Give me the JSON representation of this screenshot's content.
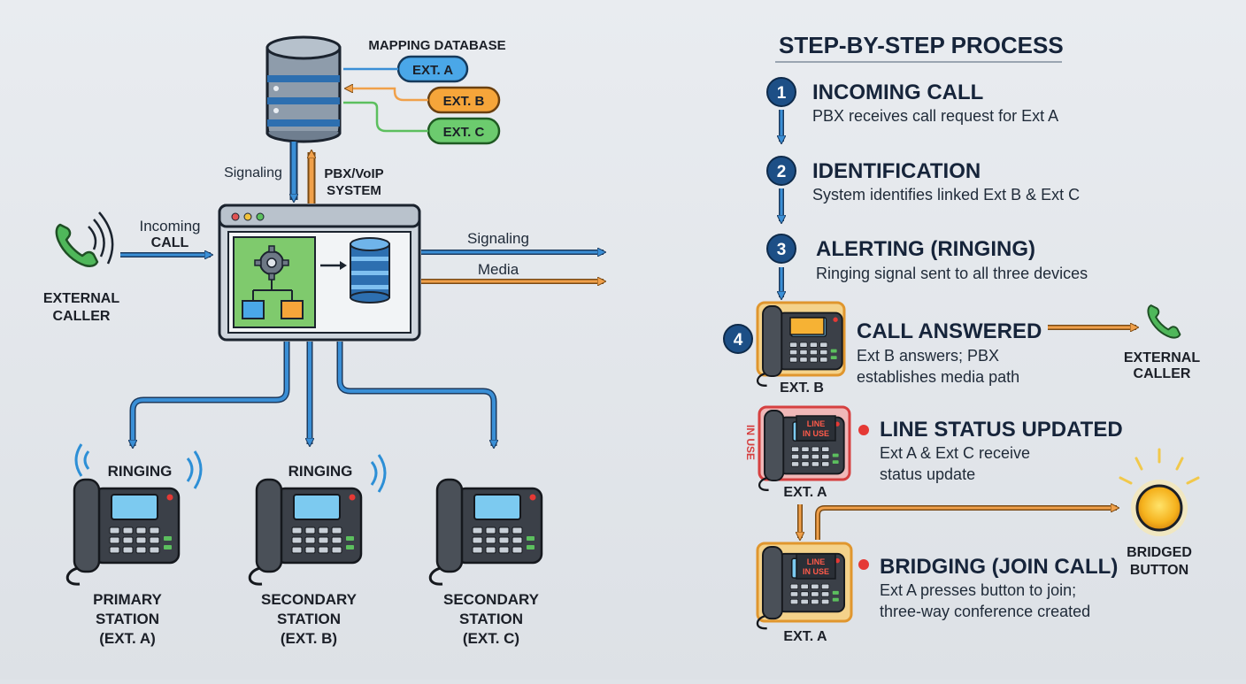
{
  "left": {
    "mapping_database": "MAPPING DATABASE",
    "ext_chips": [
      "EXT. A",
      "EXT. B",
      "EXT. C"
    ],
    "signaling_up": "Signaling",
    "pbx_label_1": "PBX/VoIP",
    "pbx_label_2": "SYSTEM",
    "incoming_1": "Incoming",
    "incoming_2": "CALL",
    "external_caller_1": "EXTERNAL",
    "external_caller_2": "CALLER",
    "signaling_out": "Signaling",
    "media_out": "Media",
    "ringing": "RINGING",
    "stations": [
      {
        "line1": "PRIMARY",
        "line2": "STATION",
        "line3": "(EXT. A)",
        "ringing": true
      },
      {
        "line1": "SECONDARY",
        "line2": "STATION",
        "line3": "(EXT. B)",
        "ringing": true
      },
      {
        "line1": "SECONDARY",
        "line2": "STATION",
        "line3": "(EXT. C)",
        "ringing": false
      }
    ]
  },
  "right": {
    "title": "STEP-BY-STEP PROCESS",
    "steps": [
      {
        "num": "1",
        "title": "INCOMING CALL",
        "desc": [
          "PBX receives call request for Ext A"
        ]
      },
      {
        "num": "2",
        "title": "IDENTIFICATION",
        "desc": [
          "System identifies linked Ext B & Ext C"
        ]
      },
      {
        "num": "3",
        "title": "ALERTING (RINGING)",
        "desc": [
          "Ringing signal sent to all three devices"
        ]
      },
      {
        "num": "4",
        "title": "CALL ANSWERED",
        "desc": [
          "Ext B answers; PBX",
          "establishes media path"
        ],
        "phone_label": "EXT. B"
      },
      {
        "title": "LINE STATUS UPDATED",
        "desc": [
          "Ext A & Ext C receive",
          "status update"
        ],
        "phone_label": "EXT. A",
        "side_label": "IN USE",
        "screen": [
          "LINE",
          "IN USE"
        ]
      },
      {
        "title": "BRIDGING (JOIN CALL)",
        "desc": [
          "Ext A presses button to join;",
          "three-way conference created"
        ],
        "phone_label": "EXT. A",
        "screen": [
          "LINE",
          "IN USE"
        ]
      }
    ],
    "external_caller_1": "EXTERNAL",
    "external_caller_2": "CALLER",
    "bridged_1": "BRIDGED",
    "bridged_2": "BUTTON"
  },
  "colors": {
    "blue_arrow": "#3a8fd6",
    "orange_arrow": "#f0a04a",
    "green": "#5cbf5e",
    "navy": "#1d4f86",
    "red_led": "#e53935",
    "chip_blue": "#4aa7e8",
    "chip_orange": "#f6a53a",
    "chip_green": "#6ccb6e"
  }
}
